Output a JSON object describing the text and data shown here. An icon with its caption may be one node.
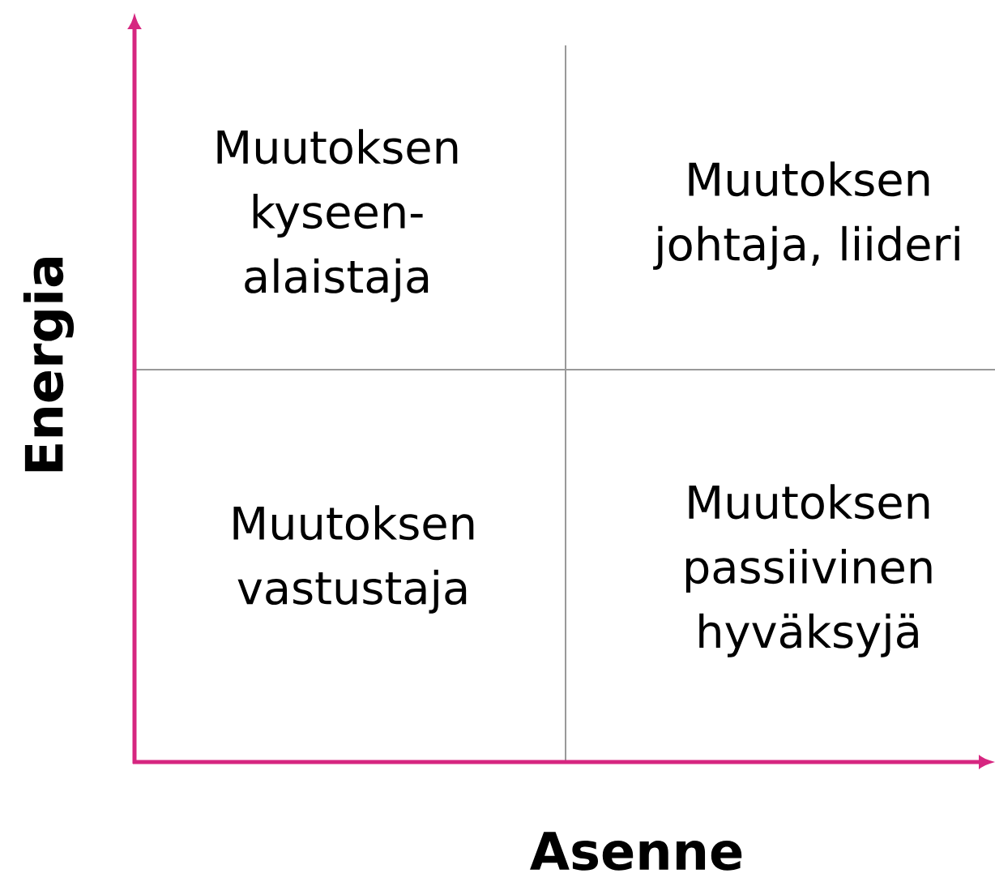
{
  "diagram": {
    "labels": [
      "Muutoksen kyseen- alaistaja",
      "Muutoksen johtaja, liideri",
      "Energia",
      "Muutoksen vastustaja",
      "Muutoksen passiivinen hyväksyjä",
      "Asenne"
    ]
  }
}
